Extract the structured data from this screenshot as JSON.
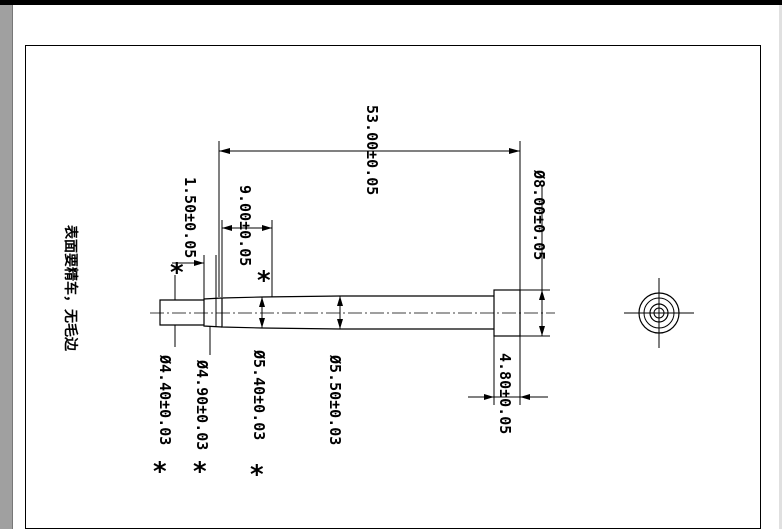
{
  "drawing": {
    "note": "表面要精车，无毛边",
    "dimensions": {
      "overall_length": "53.00±0.05",
      "step_1": "9.00±0.05",
      "step_2": "1.50±0.05",
      "dia_head": "Ø8.00±0.05",
      "head_length": "4.80±0.05",
      "dia_1": "Ø4.40±0.03",
      "dia_2": "Ø4.90±0.03",
      "dia_3": "Ø5.40±0.03",
      "dia_4": "Ø5.50±0.03"
    },
    "critical_mark": "*"
  }
}
